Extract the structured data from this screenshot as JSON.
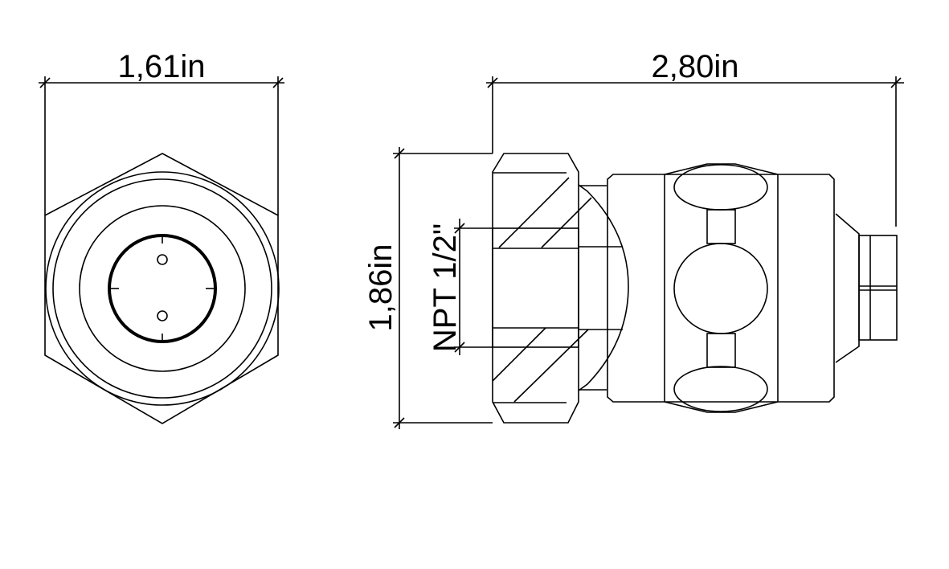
{
  "title": "Fitting dimension drawing",
  "dimensions": {
    "front_width": "1,61in",
    "side_length": "2,80in",
    "side_height": "1,86in",
    "thread": "NPT 1/2\""
  },
  "colors": {
    "line": "#000000",
    "background": "#ffffff"
  }
}
